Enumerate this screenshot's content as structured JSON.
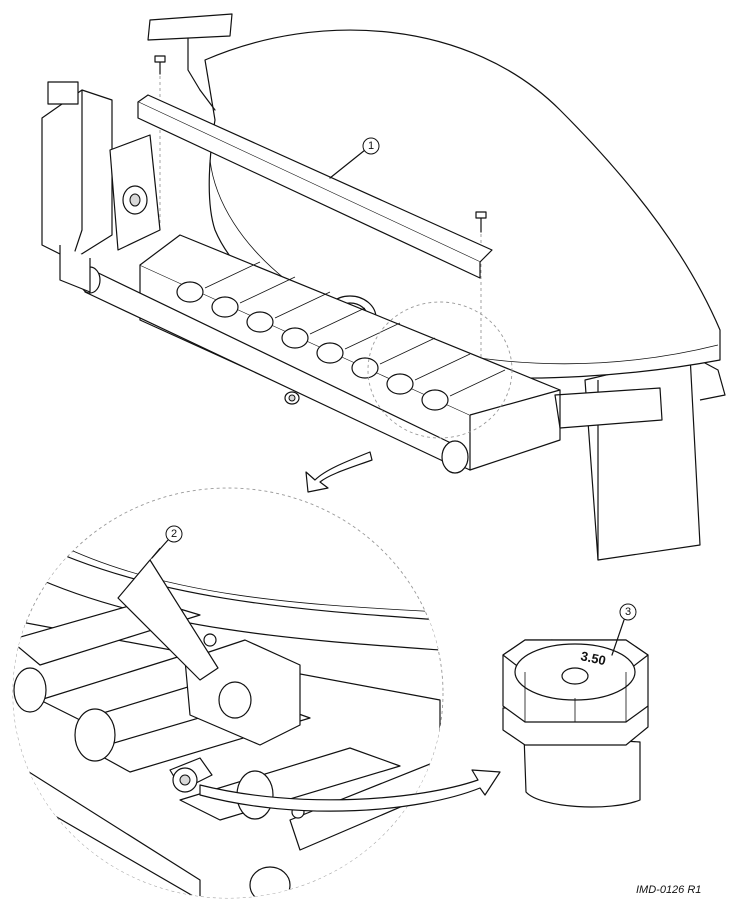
{
  "callouts": [
    {
      "number": "1"
    },
    {
      "number": "2"
    },
    {
      "number": "3"
    }
  ],
  "orifice_marking": "3.50",
  "drawing_reference": "IMD-0126 R1"
}
